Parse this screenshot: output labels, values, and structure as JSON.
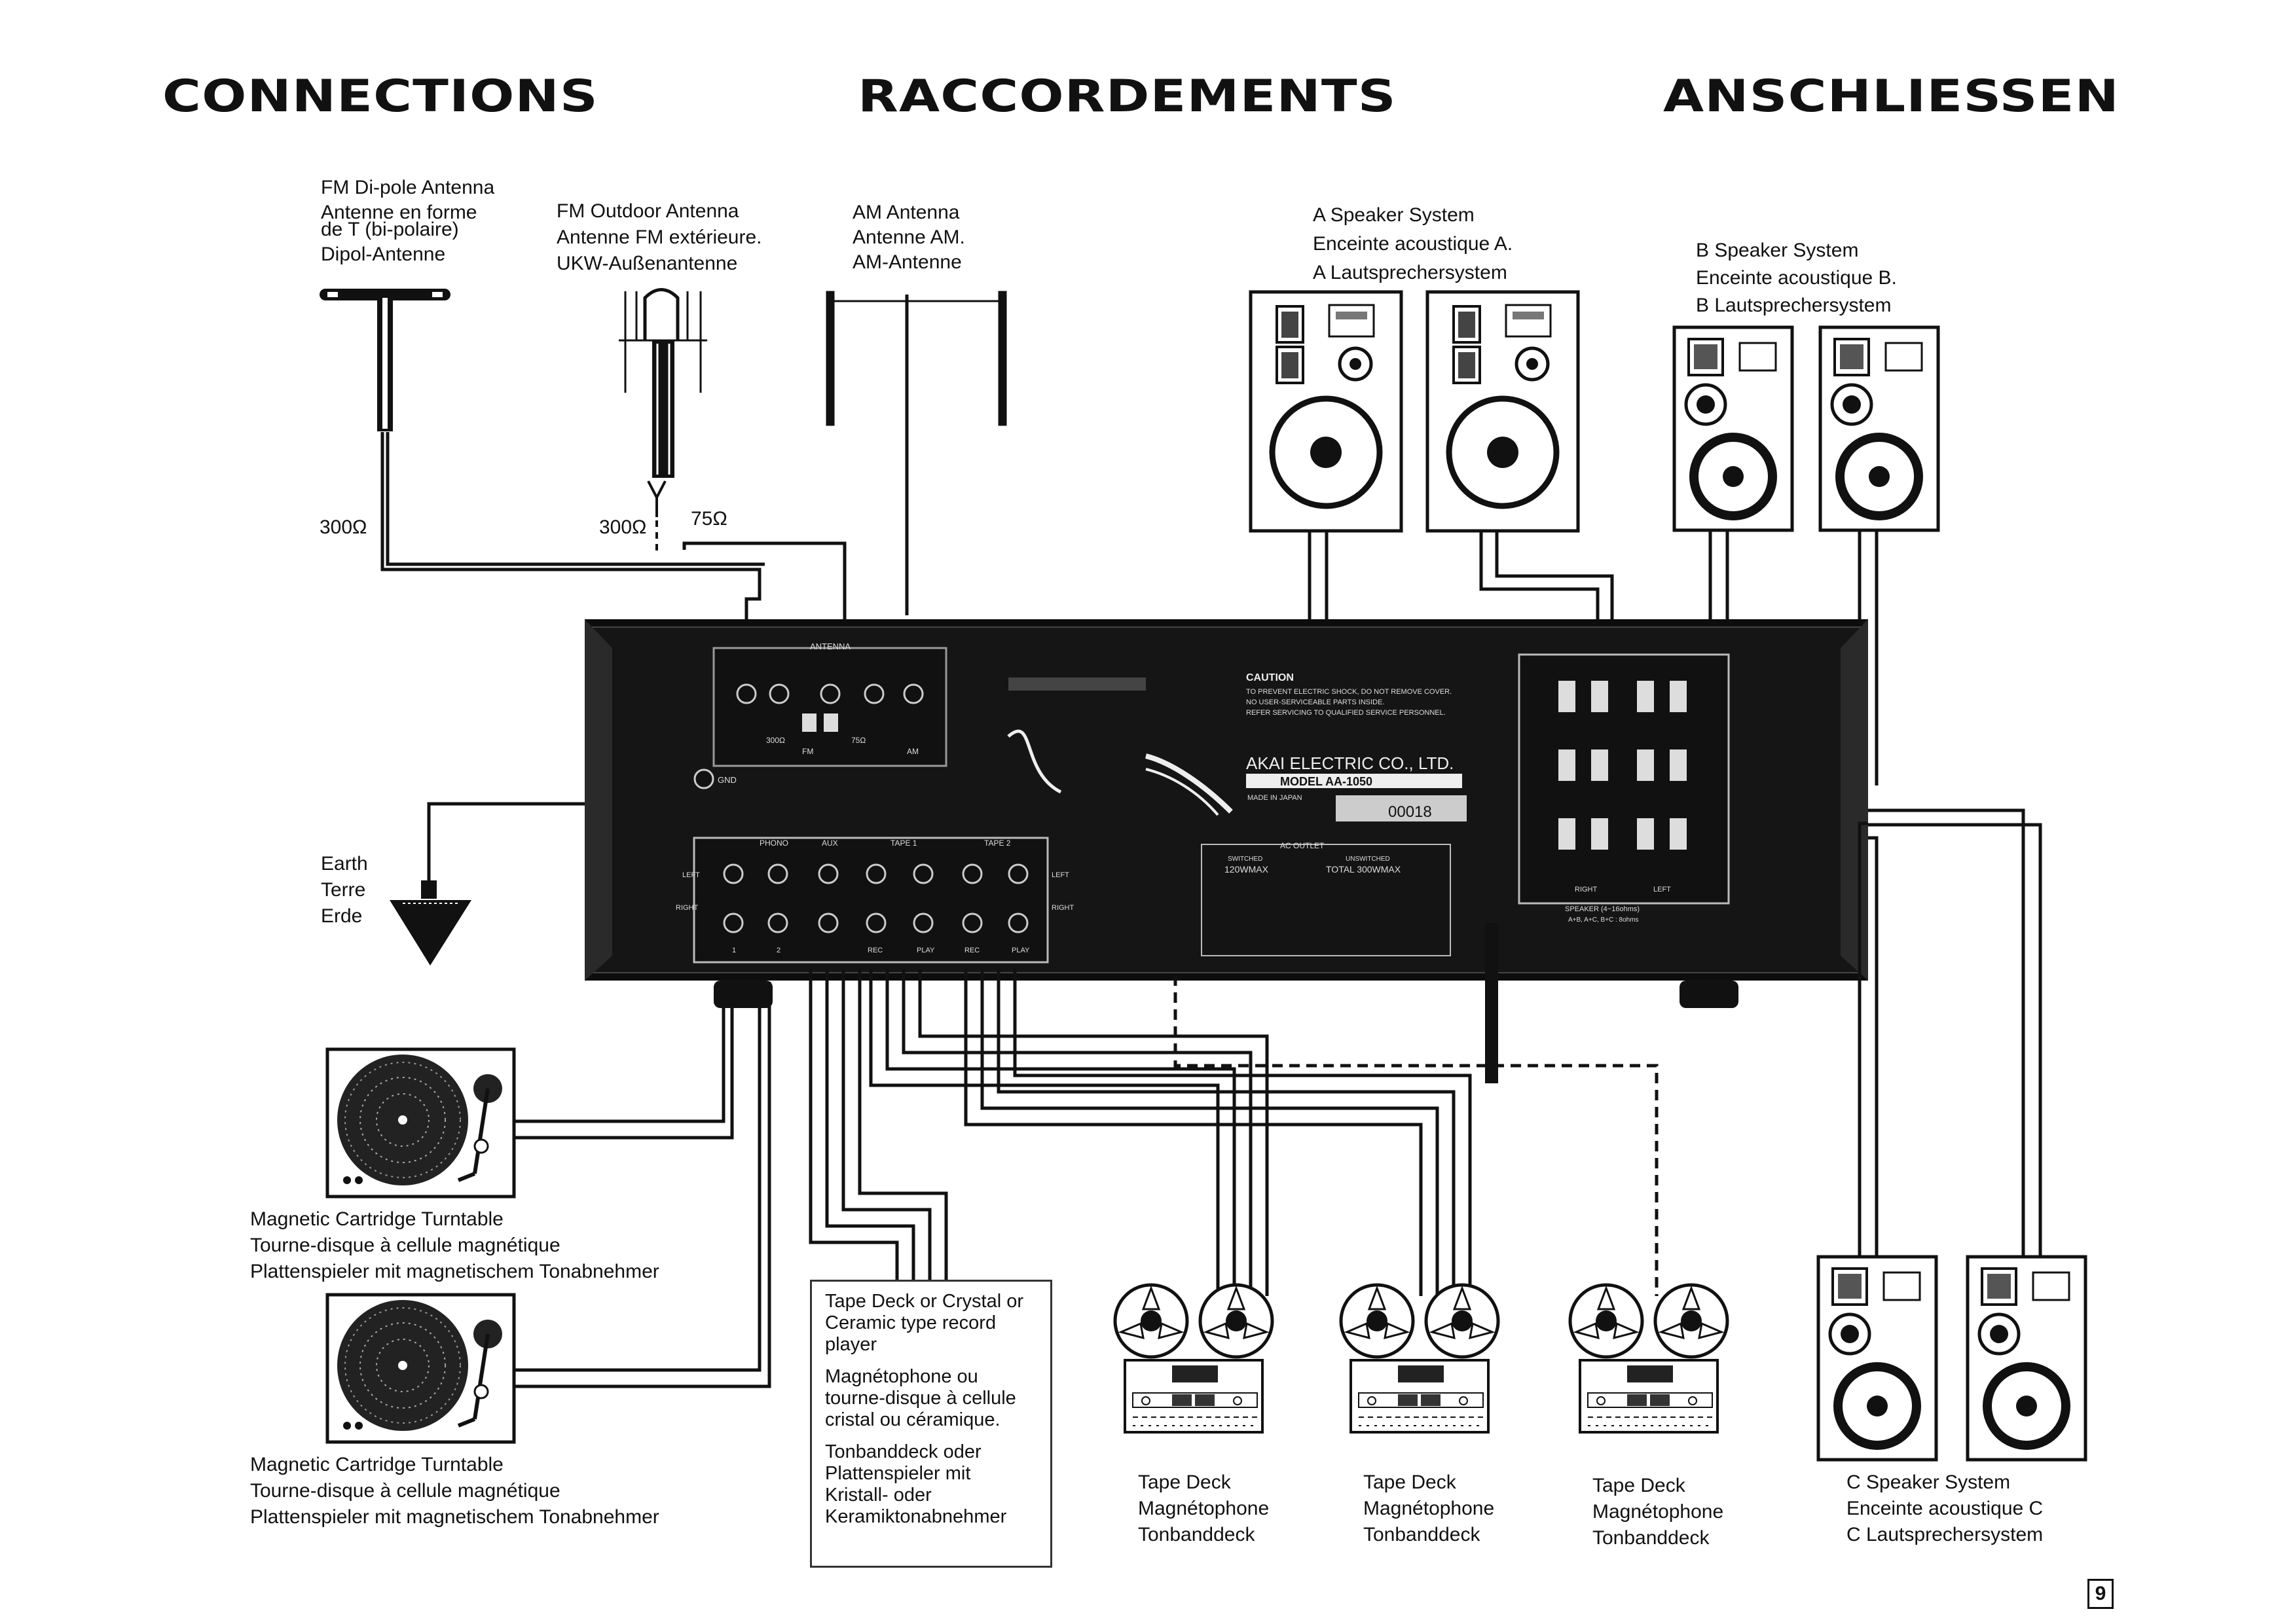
{
  "titles": {
    "en": "CONNECTIONS",
    "fr": "RACCORDEMENTS",
    "de": "ANSCHLIESSEN"
  },
  "antennas": {
    "fm_dipole": [
      "FM Di-pole Antenna",
      "Antenne en forme",
      "de T (bi-polaire)",
      "Dipol-Antenne"
    ],
    "fm_outdoor": [
      "FM Outdoor Antenna",
      "Antenne FM extérieure.",
      "UKW-Außenantenne"
    ],
    "am": [
      "AM Antenna",
      "Antenne AM.",
      "AM-Antenne"
    ],
    "imp_300_a": "300Ω",
    "imp_300_b": "300Ω",
    "imp_75": "75Ω"
  },
  "speakers": {
    "a": [
      "A Speaker System",
      "Enceinte acoustique A.",
      "A Lautsprechersystem"
    ],
    "b": [
      "B Speaker System",
      "Enceinte acoustique B.",
      "B Lautsprechersystem"
    ],
    "c": [
      "C Speaker System",
      "Enceinte acoustique C",
      "C Lautsprechersystem"
    ]
  },
  "earth": [
    "Earth",
    "Terre",
    "Erde"
  ],
  "turntable": [
    "Magnetic Cartridge Turntable",
    "Tourne-disque à cellule magnétique",
    "Plattenspieler mit magnetischem Tonabnehmer"
  ],
  "aux_box": {
    "en": "Tape Deck or Crystal or Ceramic type record player",
    "fr": "Magnétophone ou tourne-disque à cellule cristal ou céramique.",
    "de": "Tonbanddeck oder Plattenspieler mit Kristall- oder Keramiktonabnehmer"
  },
  "tape_deck": [
    "Tape Deck",
    "Magnétophone",
    "Tonbanddeck"
  ],
  "page_number": "9",
  "amp_panel": {
    "antenna_label": "ANTENNA",
    "fm": "FM",
    "am": "AM",
    "gnd": "GND",
    "ohm300": "300Ω",
    "ohm75": "75Ω",
    "caution_title": "CAUTION",
    "caution_lines": [
      "TO PREVENT ELECTRIC SHOCK, DO NOT REMOVE COVER.",
      "NO USER-SERVICEABLE PARTS INSIDE.",
      "REFER SERVICING TO QUALIFIED SERVICE PERSONNEL."
    ],
    "maker": "AKAI ELECTRIC CO., LTD.",
    "model": "MODEL  AA-1050",
    "made_in": "MADE IN JAPAN",
    "serial": "00018",
    "phono": "PHONO",
    "aux": "AUX",
    "tape1": "TAPE 1",
    "tape2": "TAPE 2",
    "left": "LEFT",
    "right": "RIGHT",
    "phono_1": "1",
    "phono_2": "2",
    "rec": "REC",
    "play": "PLAY",
    "ac_outlet": "AC OUTLET",
    "switched": "SWITCHED",
    "switched_max": "120WMAX",
    "unswitched": "UNSWITCHED",
    "unswitched_max": "TOTAL 300WMAX",
    "speaker_label": "SPEAKER (4~16ohms)",
    "speaker_combo": "A+B, A+C, B+C : 8ohms",
    "spk_right": "RIGHT",
    "spk_left": "LEFT"
  }
}
